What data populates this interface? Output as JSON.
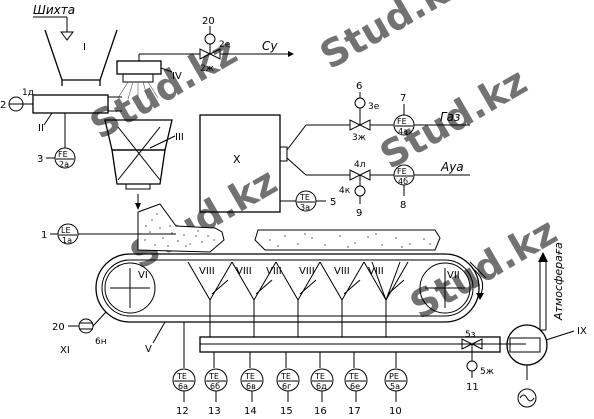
{
  "watermark": "Stud.kz",
  "labels": {
    "charge": "Шихта",
    "water": "Су",
    "gas": "Газ",
    "air": "Ауа",
    "atmosphere": "Атмосфераға"
  },
  "roman": {
    "hopper": "I",
    "feeder": "II",
    "drum": "III",
    "distributor": "IV",
    "belt": "V",
    "drive_drum": "VI",
    "tail_drum": "VII",
    "bellows": [
      "VIII",
      "VIII",
      "VIII",
      "VIII",
      "VIII",
      "VIII"
    ],
    "exhauster": "IX",
    "ignition_hearth": "X",
    "motor": "XI"
  },
  "instruments": {
    "fe_2a": [
      "FE",
      "2а"
    ],
    "fe_4a": [
      "FE",
      "4а"
    ],
    "fe_4b": [
      "FE",
      "4б"
    ],
    "te_3a": [
      "TE",
      "3а"
    ],
    "le_1a": [
      "LE",
      "1а"
    ],
    "bottom": [
      {
        "top": "TE",
        "sub": "6а",
        "num": "12"
      },
      {
        "top": "TE",
        "sub": "6б",
        "num": "13"
      },
      {
        "top": "TE",
        "sub": "6в",
        "num": "14"
      },
      {
        "top": "TE",
        "sub": "6г",
        "num": "15"
      },
      {
        "top": "TE",
        "sub": "6д",
        "num": "16"
      },
      {
        "top": "TE",
        "sub": "6е",
        "num": "17"
      },
      {
        "top": "PE",
        "sub": "5а",
        "num": "10"
      }
    ]
  },
  "tags": {
    "t_1d": "1д",
    "t_2e": "2е",
    "t_2zh": "2ж",
    "t_3e": "3е",
    "t_3zh": "3ж",
    "t_4l": "4л",
    "t_4k": "4к",
    "t_6n": "6н",
    "t_5z": "5з",
    "t_5zh": "5ж"
  },
  "numbers": {
    "n1": "1",
    "n2": "2",
    "n3": "3",
    "n5": "5",
    "n6": "6",
    "n7": "7",
    "n8": "8",
    "n9": "9",
    "n11": "11",
    "n20a": "20",
    "n20b": "20"
  }
}
